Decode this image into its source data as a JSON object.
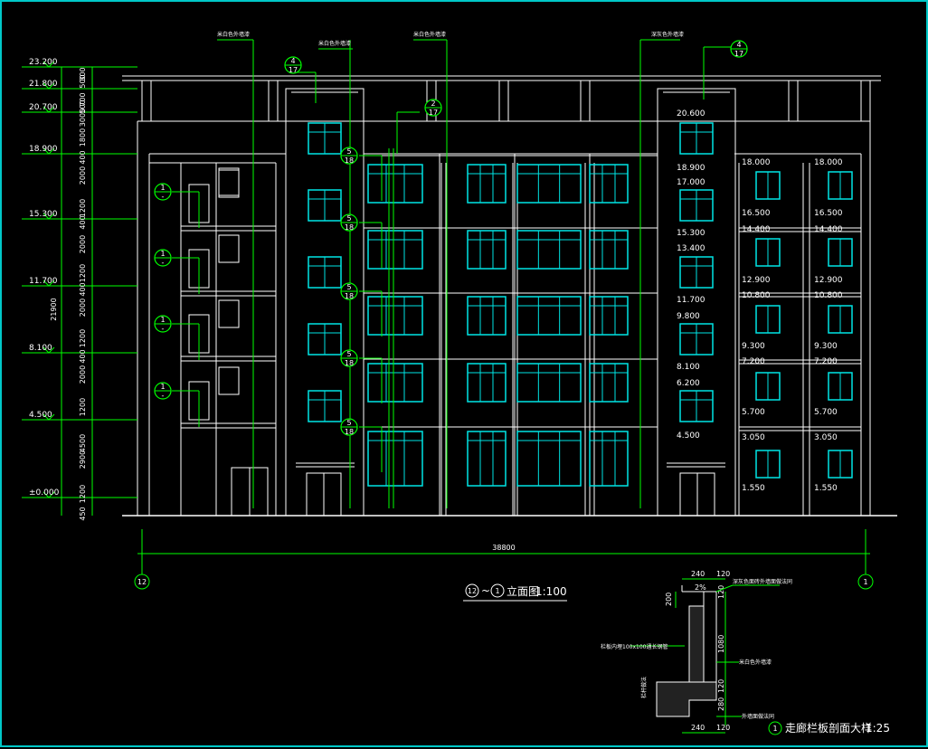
{
  "colors": {
    "background": "#000000",
    "building": "#ffffff",
    "window": "#00e5e5",
    "leader": "#00ff00",
    "frame": "#00c8c8",
    "section": "#ff3b3b"
  },
  "left_levels": [
    "23.200",
    "21.800",
    "20.700",
    "18.900",
    "15.300",
    "11.700",
    "8.100",
    "4.500",
    "±0.000"
  ],
  "left_dims": [
    "300",
    "500",
    "700",
    "500",
    "3000",
    "1800",
    "400",
    "2000",
    "1200",
    "400",
    "2000",
    "1200",
    "400",
    "2000",
    "1200",
    "400",
    "2000",
    "1200",
    "4500",
    "2900",
    "1200",
    "450"
  ],
  "total_height_dim": "21900",
  "middle_levels": [
    "20.600",
    "18.900",
    "17.000",
    "15.300",
    "13.400",
    "11.700",
    "9.800",
    "8.100",
    "6.200",
    "4.500"
  ],
  "right_levels": [
    [
      "18.000",
      "16.500"
    ],
    [
      "14.400",
      "12.900"
    ],
    [
      "10.800",
      "9.300"
    ],
    [
      "7.200",
      "5.700"
    ],
    [
      "3.050",
      "1.550"
    ]
  ],
  "callouts": {
    "c1": {
      "top": "4",
      "bottom": "17"
    },
    "c2": {
      "top": "2",
      "bottom": "17"
    },
    "c3": {
      "top": "4",
      "bottom": "17"
    },
    "c4": {
      "top": "5",
      "bottom": "18"
    },
    "c5": {
      "top": "1",
      "bottom": "-"
    }
  },
  "top_notes": [
    "米白色外墙漆",
    "米白色外墙漆",
    "米白色外墙漆",
    "深灰色外墙漆"
  ],
  "overall_width": "38800",
  "axis_left": "12",
  "axis_right": "1",
  "elevation_title": {
    "axis_a": "12",
    "sep": "~",
    "axis_b": "1",
    "label": "立面图",
    "scale": "1:100"
  },
  "detail": {
    "dims_top": [
      "240",
      "120"
    ],
    "slope": "2%",
    "dims_side": [
      "200",
      "120",
      "1080",
      "120",
      "280"
    ],
    "dims_bottom": [
      "240",
      "120"
    ],
    "notes": [
      "深灰色面砖外墙面做法同",
      "栏板内埋100x100通长钢管",
      "米白色外墙漆",
      "外墙面做法同",
      "栏杆做法"
    ],
    "title_number": "1",
    "title": "走廊栏板剖面大样",
    "scale": "1:25"
  }
}
